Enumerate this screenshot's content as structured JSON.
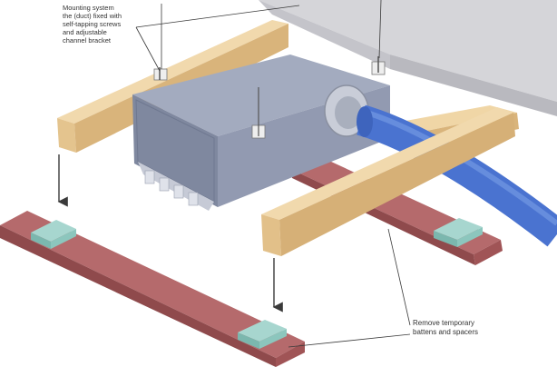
{
  "callouts": {
    "mounting": "Mounting system\nthe (duct) fixed with\nself-tapping screws\nand adjustable\nchannel bracket",
    "remove": "Remove temporary\nbattens and spacers"
  },
  "colors": {
    "background": "#ffffff",
    "ceiling_slab": "#cfcfd3",
    "duct_body": "#8f97ae",
    "timber_batten": "#e6c797",
    "temporary_spacer": "#a35a5c",
    "rubber_pad": "#8fc8c0",
    "flexible_duct": "#4a73d0",
    "leader_line": "#3a3a3a"
  },
  "icons": [
    "down-arrow-icon",
    "leader-line",
    "screw-icon"
  ]
}
